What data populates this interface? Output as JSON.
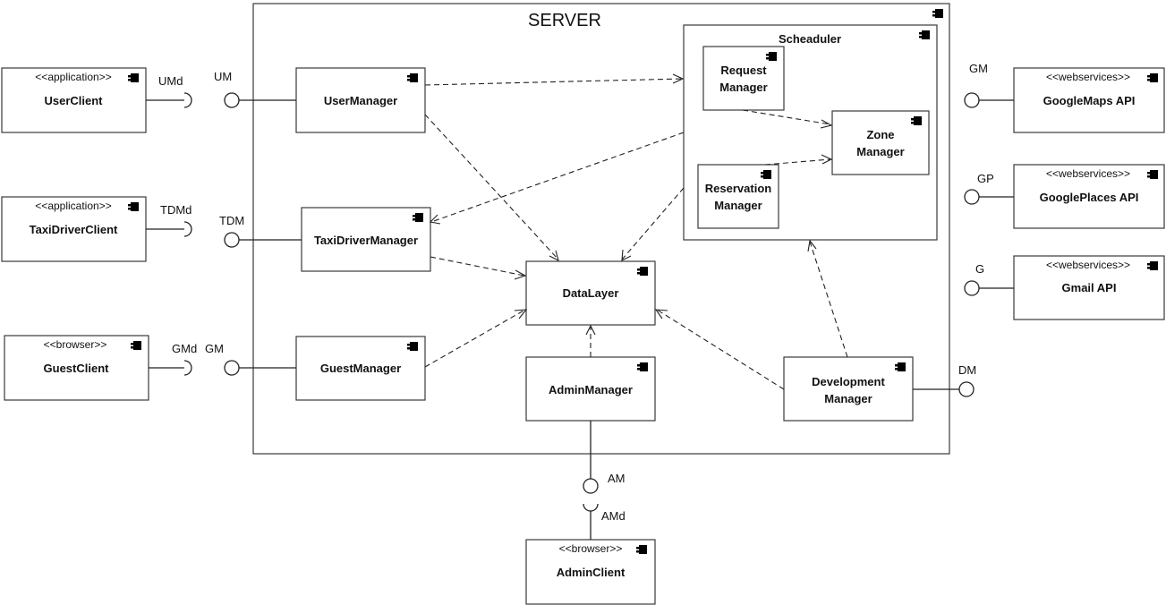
{
  "server": {
    "title": "SERVER"
  },
  "scheduler": {
    "title": "Scheaduler"
  },
  "clients": {
    "user": {
      "stereotype": "<<application>>",
      "name": "UserClient"
    },
    "taxi_driver": {
      "stereotype": "<<application>>",
      "name": "TaxiDriverClient"
    },
    "guest": {
      "stereotype": "<<browser>>",
      "name": "GuestClient"
    },
    "admin": {
      "stereotype": "<<browser>>",
      "name": "AdminClient"
    }
  },
  "managers": {
    "user": "UserManager",
    "taxi_driver": "TaxiDriverManager",
    "guest": "GuestManager",
    "data_layer": "DataLayer",
    "admin": "AdminManager",
    "development": [
      "Development",
      "Manager"
    ],
    "request": [
      "Request",
      "Manager"
    ],
    "zone": [
      "Zone",
      "Manager"
    ],
    "reservation": [
      "Reservation",
      "Manager"
    ]
  },
  "services": {
    "google_maps": {
      "stereotype": "<<webservices>>",
      "name": "GoogleMaps API"
    },
    "google_places": {
      "stereotype": "<<webservices>>",
      "name": "GooglePlaces API"
    },
    "gmail": {
      "stereotype": "<<webservices>>",
      "name": "Gmail API"
    }
  },
  "interfaces": {
    "umd": "UMd",
    "um": "UM",
    "tdmd": "TDMd",
    "tdm": "TDM",
    "gmd": "GMd",
    "gm_guest": "GM",
    "gm_maps": "GM",
    "gp": "GP",
    "g": "G",
    "dm": "DM",
    "am": "AM",
    "amd": "AMd"
  },
  "colors": {
    "stroke": "#222222",
    "background": "#ffffff"
  }
}
